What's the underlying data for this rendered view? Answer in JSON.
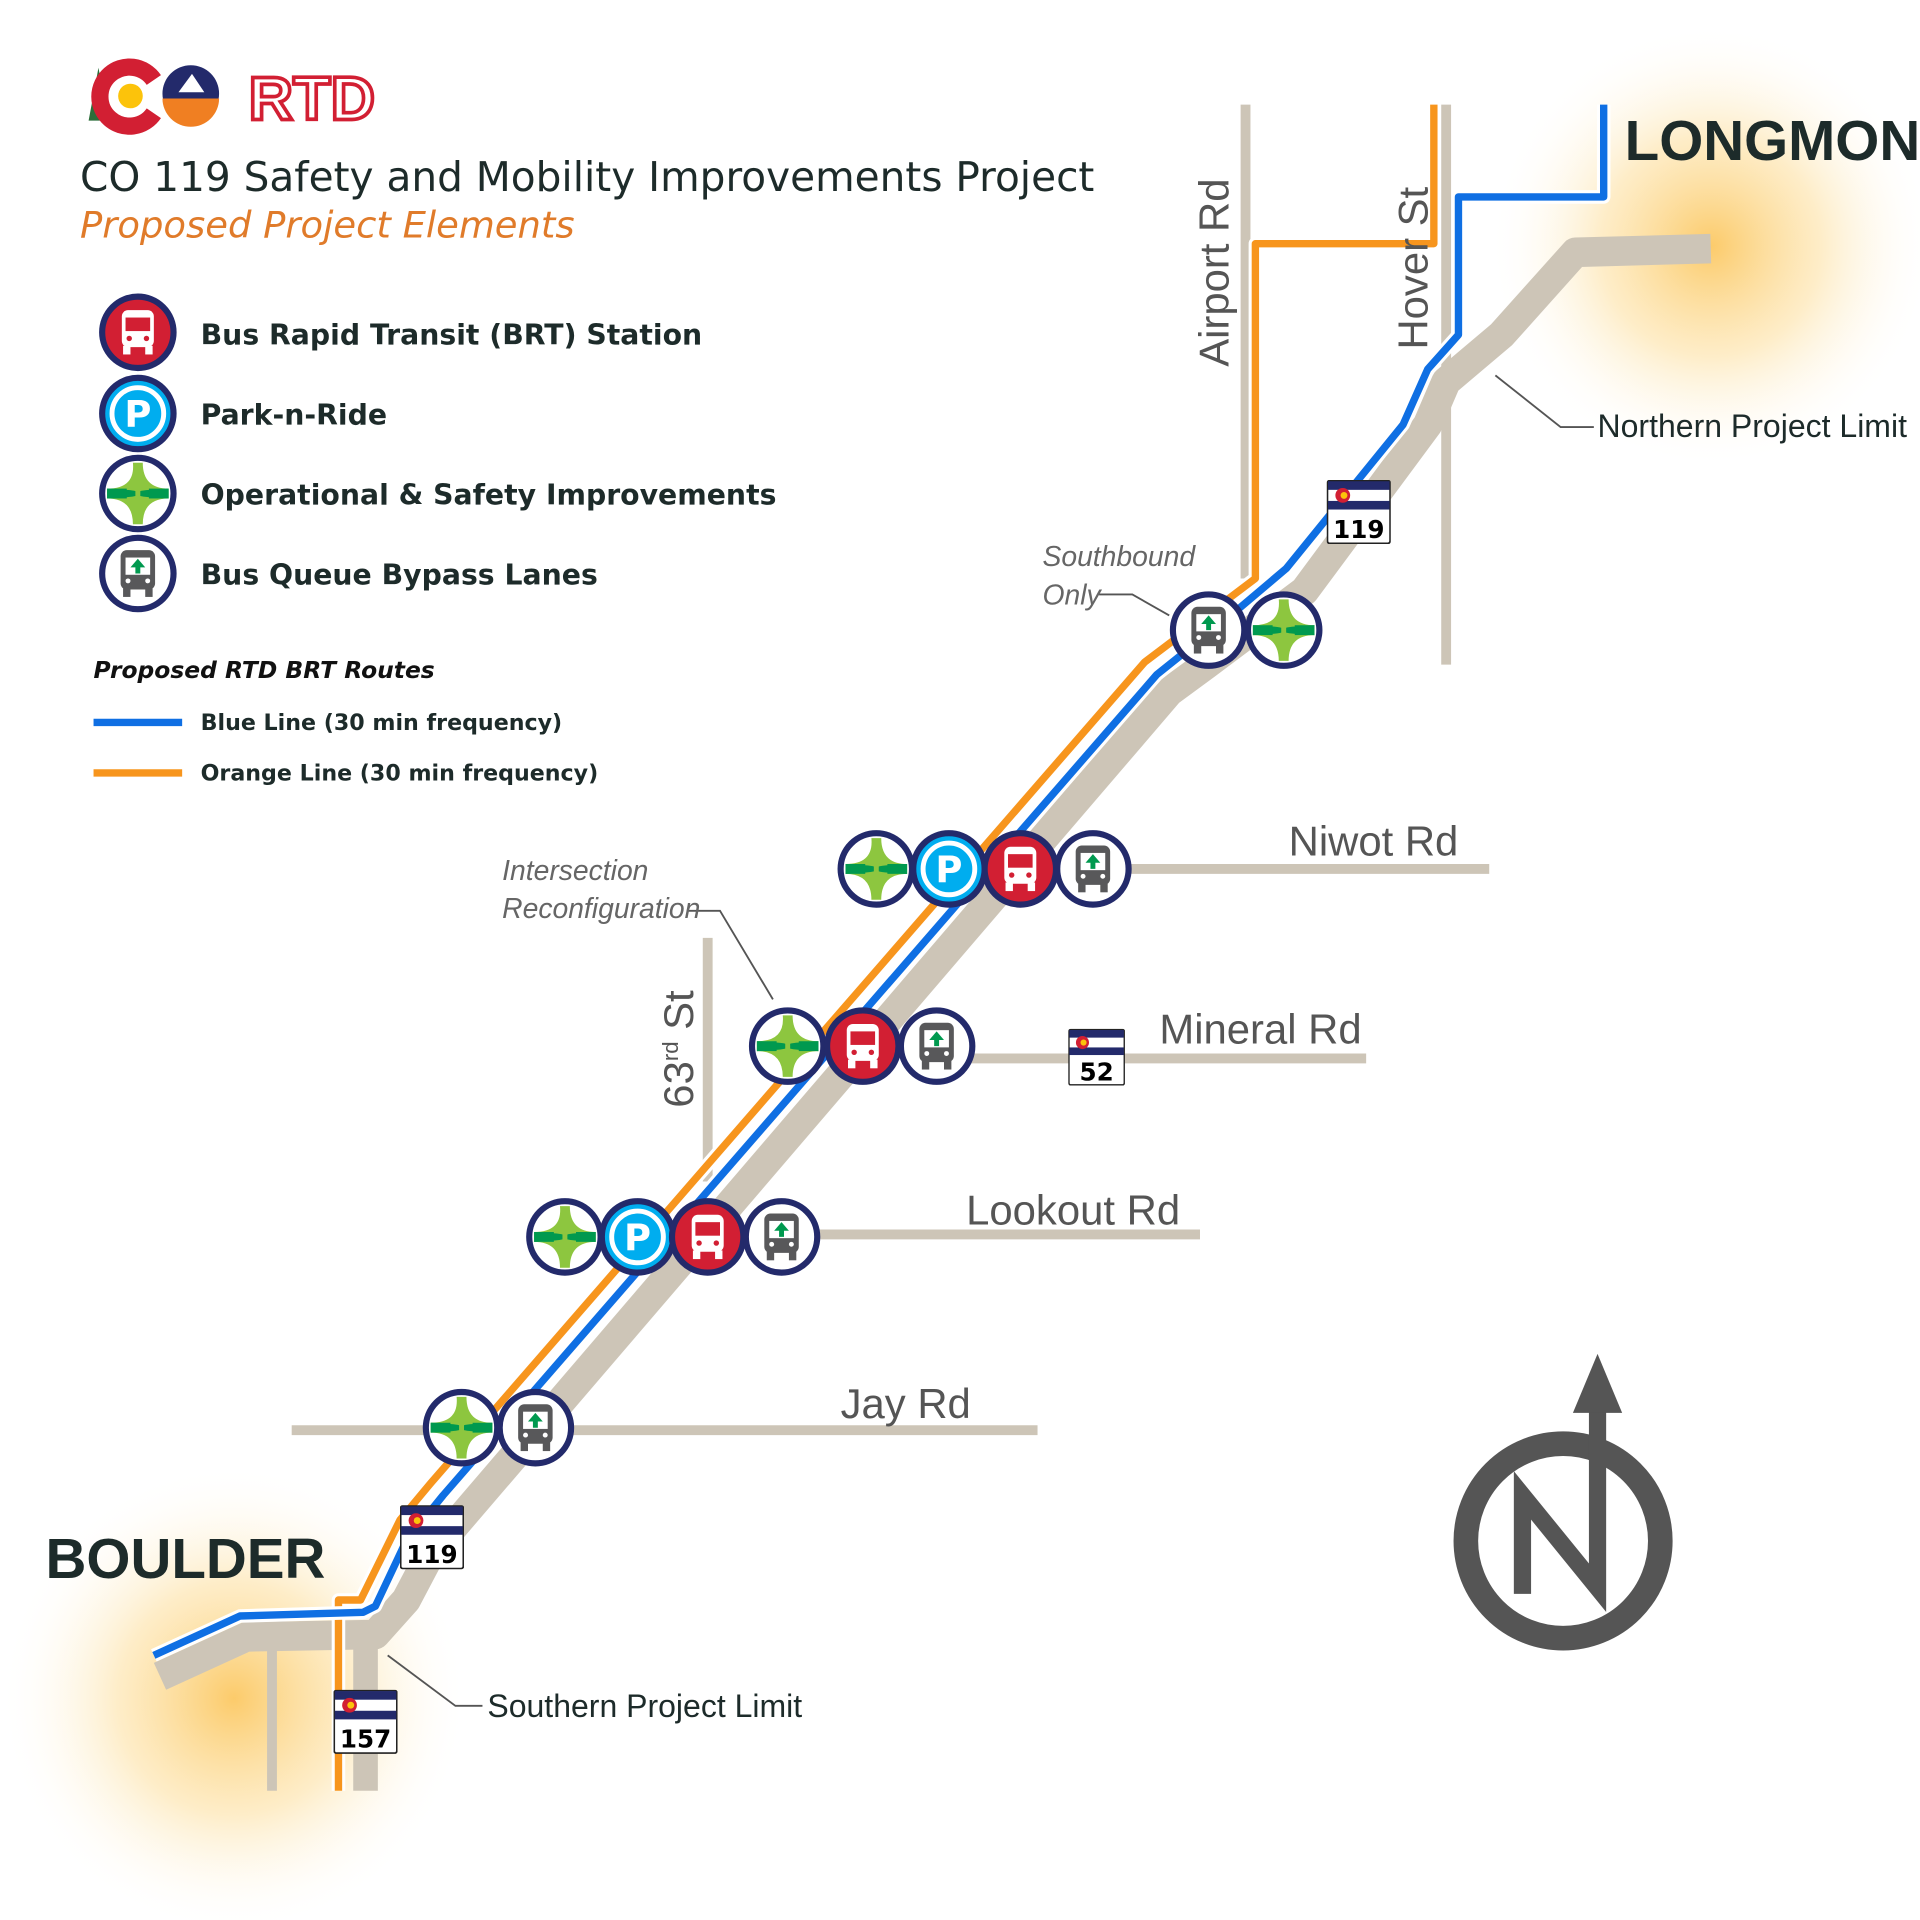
{
  "header": {
    "logos": [
      "Colorado",
      "CDOT",
      "RTD"
    ],
    "title": "CO 119 Safety and Mobility Improvements Project",
    "subtitle": "Proposed Project Elements"
  },
  "legend": {
    "items": [
      {
        "icon": "brt-station-icon",
        "label": "Bus Rapid Transit (BRT) Station"
      },
      {
        "icon": "park-n-ride-icon",
        "label": "Park-n-Ride"
      },
      {
        "icon": "operational-safety-icon",
        "label": "Operational & Safety Improvements"
      },
      {
        "icon": "bus-queue-bypass-icon",
        "label": "Bus Queue Bypass Lanes"
      }
    ],
    "routes_heading": "Proposed RTD BRT Routes",
    "routes": [
      {
        "label": "Blue Line (30 min frequency)",
        "color": "#0f6fe3"
      },
      {
        "label": "Orange Line (30 min frequency)",
        "color": "#f7951d"
      }
    ]
  },
  "map": {
    "cities": {
      "north": "LONGMONT",
      "south": "BOULDER"
    },
    "roads": {
      "airport": "Airport Rd",
      "hover": "Hover St",
      "niwot": "Niwot Rd",
      "mineral": "Mineral Rd",
      "st63_num": "63",
      "st63_sup": "rd",
      "st63_suffix": " St",
      "lookout": "Lookout Rd",
      "jay": "Jay Rd"
    },
    "shields": {
      "north119": "119",
      "co52": "52",
      "south119": "119",
      "co157": "157"
    },
    "annotations": {
      "southbound_1": "Southbound",
      "southbound_2": "Only",
      "intersection_1": "Intersection",
      "intersection_2": "Reconfiguration",
      "northern_limit": "Northern Project Limit",
      "southern_limit": "Southern Project Limit"
    },
    "colors": {
      "road": "#cdc5b7",
      "blue_line": "#0f6fe3",
      "orange_line": "#f7951d",
      "icon_ring": "#232a6b",
      "brt_red": "#d21f33",
      "pnr_blue": "#00adef"
    }
  },
  "compass": {
    "icon": "north-arrow-icon"
  }
}
